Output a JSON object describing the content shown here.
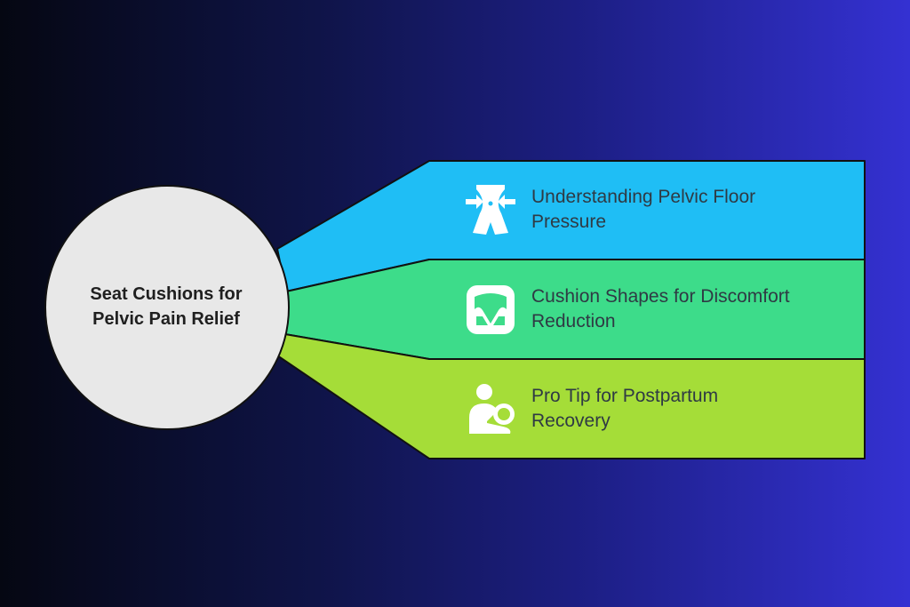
{
  "center": {
    "line1": "Seat Cushions for",
    "line2": "Pelvic Pain Relief"
  },
  "items": [
    {
      "line1": "Understanding Pelvic Floor",
      "line2": "Pressure",
      "color": "#1fbef5",
      "icon": "waist-compress-icon"
    },
    {
      "line1": "Cushion Shapes for Discomfort",
      "line2": "Reduction",
      "color": "#3ddc8a",
      "icon": "seat-cushion-icon"
    },
    {
      "line1": "Pro Tip for Postpartum",
      "line2": "Recovery",
      "color": "#a5dd38",
      "icon": "mother-baby-icon"
    }
  ],
  "colors": {
    "circle_fill": "#e8e8e8",
    "outline": "#111111",
    "icon_fill": "#ffffff"
  }
}
